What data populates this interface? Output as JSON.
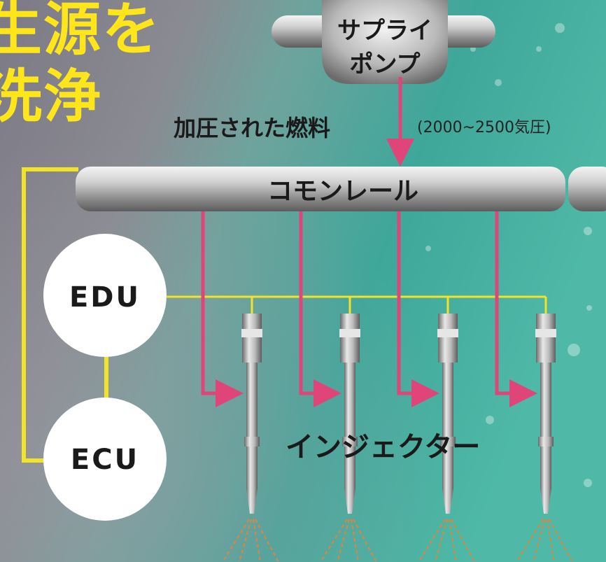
{
  "title": {
    "line1": "生源を",
    "line2": "洗浄"
  },
  "pump": {
    "line1": "サプライ",
    "line2": "ポンプ"
  },
  "fuel_label": "加圧された燃料",
  "pressure_label": "(2000~2500気圧)",
  "rail_label": "コモンレール",
  "edu_label": "EDU",
  "ecu_label": "ECU",
  "injector_label": "インジェクター",
  "colors": {
    "title": "#ffe61a",
    "fuel_arrow": "#e0457a",
    "signal_wire": "#f2e22a",
    "spray": "#e8823a",
    "background_teal": "#3fa79a",
    "background_grey": "#8a8a92"
  },
  "icons": [
    "fuel-arrow-icon",
    "spray-icon",
    "injector-icon",
    "supply-pump-icon",
    "common-rail-icon"
  ]
}
